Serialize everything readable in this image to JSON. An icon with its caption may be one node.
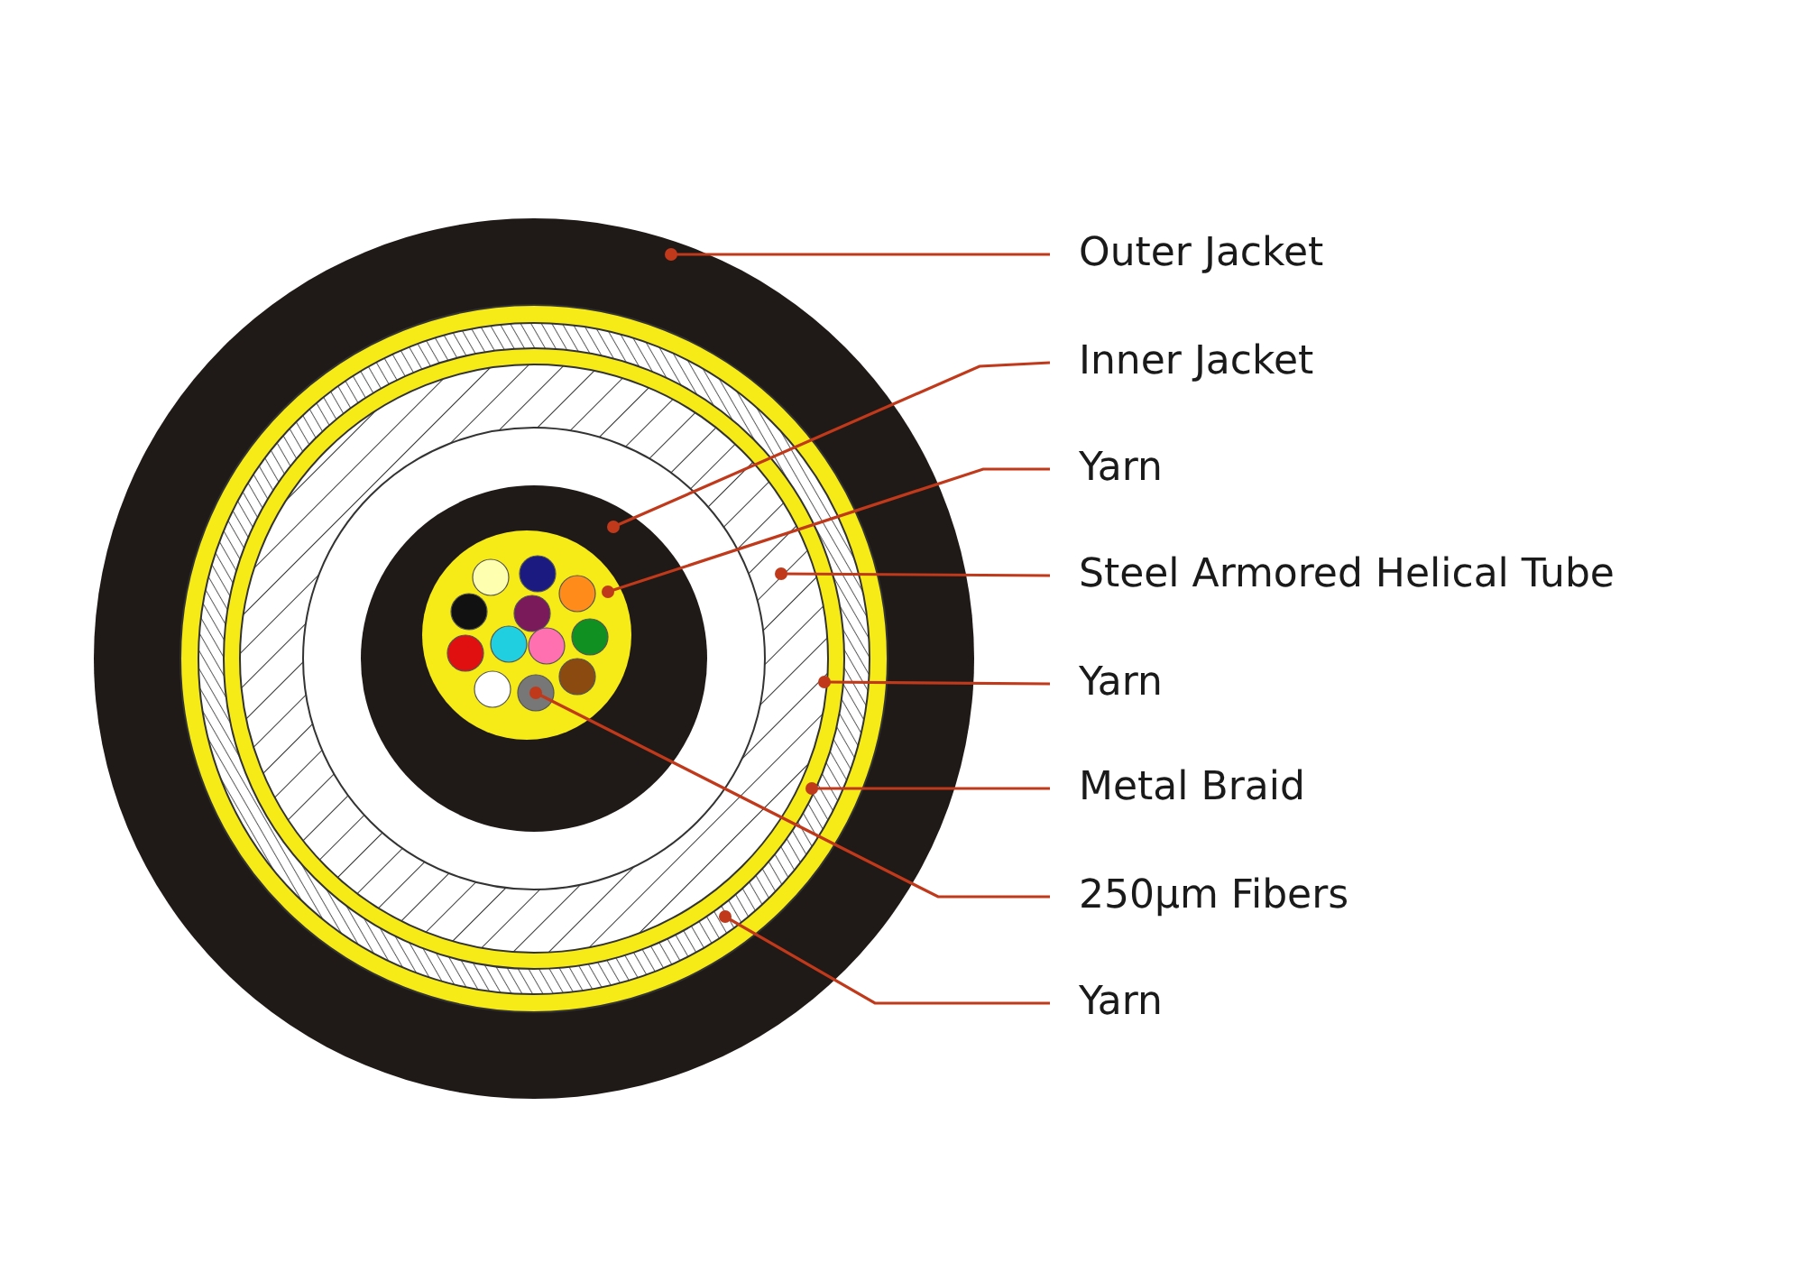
{
  "diagram": {
    "nodes": [
      {
        "text": [
          "Outer Jacket"
        ]
      },
      {
        "text": [
          "Inner Jacket"
        ]
      },
      {
        "text": [
          "Yarn"
        ]
      },
      {
        "text": [
          "Steel Armored Helical Tube"
        ]
      },
      {
        "text": [
          "Yarn"
        ]
      },
      {
        "text": [
          "Metal Braid"
        ]
      },
      {
        "text": [
          "250µm Fibers"
        ]
      },
      {
        "text": [
          "Yarn"
        ]
      }
    ],
    "edges": [
      {
        "from": 0,
        "to": null,
        "arrow": "other",
        "color": "#c0391b"
      },
      {
        "from": 1,
        "to": null,
        "arrow": "other",
        "color": "#c0391b"
      },
      {
        "from": 2,
        "to": null,
        "arrow": "other",
        "color": "#c0391b"
      },
      {
        "from": 3,
        "to": null,
        "arrow": "other",
        "color": "#c0391b"
      },
      {
        "from": 4,
        "to": null,
        "arrow": "other",
        "color": "#c0391b"
      },
      {
        "from": 5,
        "to": null,
        "arrow": "other",
        "color": "#c0391b"
      },
      {
        "from": 6,
        "to": null,
        "arrow": "other",
        "color": "#c0391b"
      },
      {
        "from": 7,
        "to": null,
        "arrow": "other",
        "color": "#c0391b"
      }
    ]
  }
}
